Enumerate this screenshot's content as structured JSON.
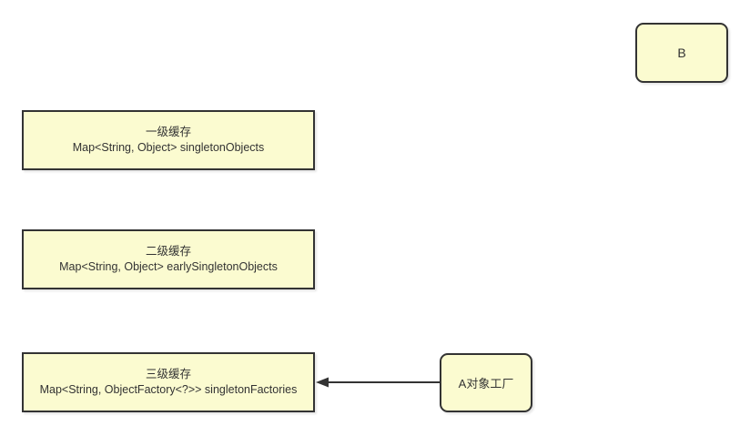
{
  "diagram": {
    "background_color": "#ffffff",
    "node_fill_color": "#fbfbd0",
    "node_border_color": "#333333",
    "text_color": "#333333",
    "caches": [
      {
        "title": "一级缓存",
        "subtitle": "Map<String, Object> singletonObjects"
      },
      {
        "title": "二级缓存",
        "subtitle": "Map<String, Object> earlySingletonObjects"
      },
      {
        "title": "三级缓存",
        "subtitle": "Map<String, ObjectFactory<?>> singletonFactories"
      }
    ],
    "node_b": {
      "label": "B"
    },
    "node_a_factory": {
      "label": "A对象工厂"
    },
    "connector": {
      "from": "A对象工厂",
      "to": "三级缓存",
      "direction": "left"
    }
  }
}
